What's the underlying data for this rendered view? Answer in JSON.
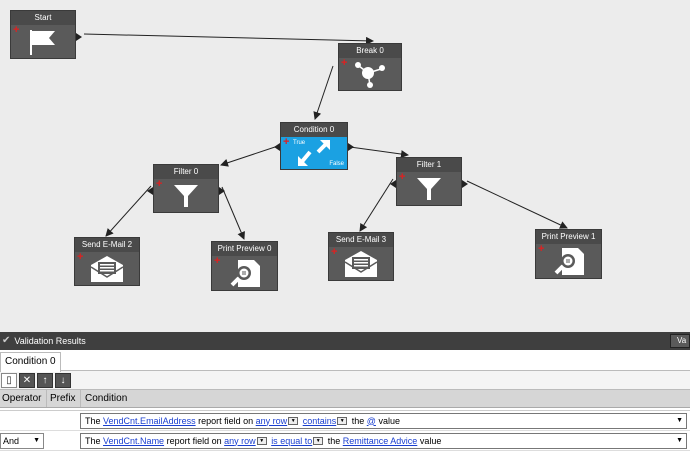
{
  "nodes": {
    "start": {
      "title": "Start"
    },
    "break0": {
      "title": "Break 0"
    },
    "condition0": {
      "title": "Condition 0",
      "true_label": "True",
      "false_label": "False"
    },
    "filter0": {
      "title": "Filter 0"
    },
    "filter1": {
      "title": "Filter 1"
    },
    "sendemail2": {
      "title": "Send E-Mail 2"
    },
    "printpreview0": {
      "title": "Print Preview 0"
    },
    "sendemail3": {
      "title": "Send E-Mail 3"
    },
    "printpreview1": {
      "title": "Print Preview 1"
    }
  },
  "validation": {
    "title": "Validation Results",
    "button": "Va"
  },
  "tabs": [
    {
      "label": "Condition 0"
    }
  ],
  "grid": {
    "headers": {
      "operator": "Operator",
      "prefix": "Prefix",
      "condition": "Condition"
    },
    "rows": [
      {
        "operator": "",
        "t1": "The",
        "field": "VendCnt.EmailAddress",
        "t2": "report field on",
        "scope": "any row",
        "comparison": "contains",
        "t3": "the",
        "value": "@",
        "t4": "value"
      },
      {
        "operator": "And",
        "t1": "The",
        "field": "VendCnt.Name",
        "t2": "report field on",
        "scope": "any row",
        "comparison": "is equal to",
        "t3": "the",
        "value": "Remittance Advice",
        "t4": "value"
      }
    ]
  },
  "colors": {
    "canvas": "#ececec",
    "node": "#5a5a5a",
    "condition": "#1ba1e2",
    "link": "#1a3fd0",
    "plus": "#e02020"
  }
}
